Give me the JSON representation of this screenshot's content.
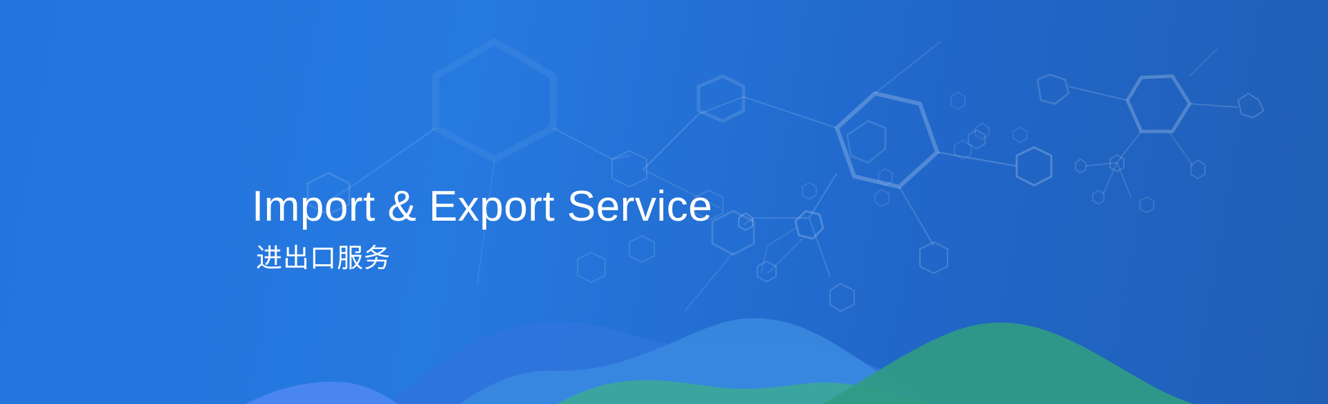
{
  "banner": {
    "title": "Import & Export Service",
    "subtitle": "进出口服务",
    "colors": {
      "background_start": "#2374de",
      "background_end": "#1f5fb6",
      "text": "#ffffff",
      "wave_blue": "#4a86f0",
      "wave_mid_blue": "#3a8be0",
      "wave_teal": "#3aa79a",
      "wave_green": "#2f9a86"
    },
    "decoration": {
      "background_icon": "molecule-hexagon-network-icon",
      "footer_graphic": "layered-wave-hills"
    }
  }
}
